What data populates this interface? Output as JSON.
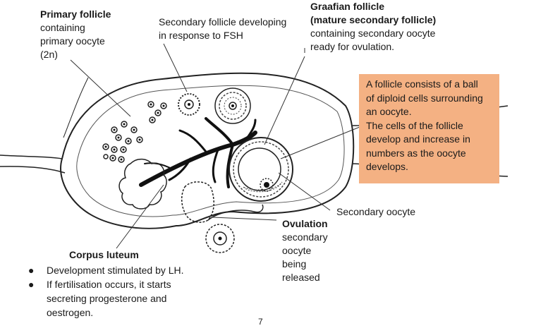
{
  "labels": {
    "primary_follicle": {
      "title": "Primary follicle",
      "lines": [
        "containing",
        "primary oocyte",
        "(2n)"
      ]
    },
    "secondary_developing": {
      "lines": [
        "Secondary follicle developing",
        "in response to FSH"
      ]
    },
    "graafian_follicle": {
      "title_lines": [
        "Graafian follicle",
        "(mature secondary follicle)"
      ],
      "lines": [
        "containing secondary oocyte",
        "ready for ovulation."
      ]
    },
    "ovulation": {
      "title": "Ovulation",
      "lines": [
        "secondary",
        "oocyte",
        "being",
        "released"
      ]
    },
    "secondary_oocyte": "Secondary oocyte",
    "corpus_luteum": {
      "title": "Corpus luteum",
      "bullets": [
        {
          "lines": [
            "Development stimulated by LH."
          ]
        },
        {
          "lines": [
            "If fertilisation occurs, it starts",
            "secreting progesterone and",
            "oestrogen."
          ]
        }
      ]
    }
  },
  "info_box": {
    "lines": [
      "A follicle consists of a ball",
      "of diploid cells surrounding",
      "an oocyte.",
      "The cells of the follicle",
      "develop and increase in",
      "numbers as the oocyte",
      "develops."
    ],
    "background_color": "#f4b183"
  },
  "page_number": "7"
}
